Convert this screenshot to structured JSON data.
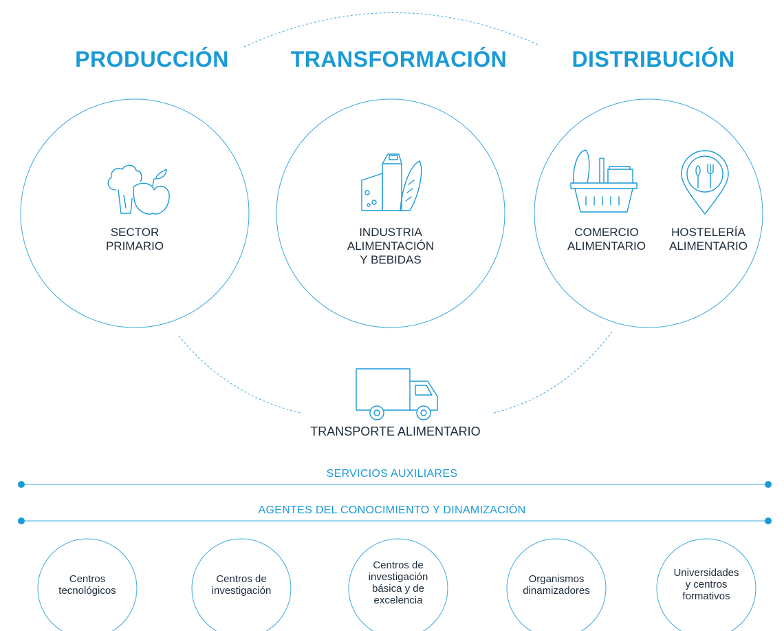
{
  "stages": [
    {
      "title": "PRODUCCIÓN",
      "items": [
        {
          "label": "SECTOR\nPRIMARIO",
          "icon": "produce-icon"
        }
      ]
    },
    {
      "title": "TRANSFORMACIÓN",
      "items": [
        {
          "label": "INDUSTRIA\nALIMENTACIÓN\nY BEBIDAS",
          "icon": "food-industry-icon"
        }
      ]
    },
    {
      "title": "DISTRIBUCIÓN",
      "items": [
        {
          "label": "COMERCIO\nALIMENTARIO",
          "icon": "shopping-basket-icon"
        },
        {
          "label": "HOSTELERÍA\nALIMENTARIO",
          "icon": "restaurant-pin-icon"
        }
      ]
    }
  ],
  "transport": {
    "label": "TRANSPORTE ALIMENTARIO",
    "icon": "truck-icon"
  },
  "lines": [
    {
      "label": "SERVICIOS AUXILIARES"
    },
    {
      "label": "AGENTES DEL CONOCIMIENTO Y DINAMIZACIÓN"
    }
  ],
  "agents": [
    {
      "label": "Centros\ntecnológicos"
    },
    {
      "label": "Centros de\ninvestigación"
    },
    {
      "label": "Centros de\ninvestigación\nbásica y de\nexcelencia"
    },
    {
      "label": "Organismos\ndinamizadores"
    },
    {
      "label": "Universidades\ny centros\nformativos"
    }
  ],
  "colors": {
    "accent": "#1a9ad6",
    "text": "#1d2b3a",
    "line": "#3aa8de"
  }
}
